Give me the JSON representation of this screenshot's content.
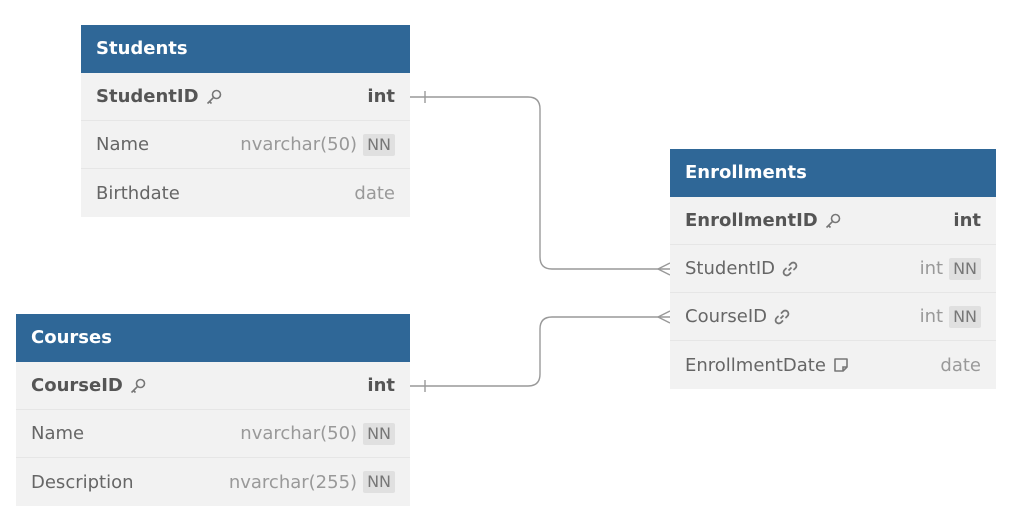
{
  "colors": {
    "header_bg": "#2f6797",
    "header_text": "#ffffff",
    "table_bg": "#f2f2f2",
    "connector": "#999999"
  },
  "icons": {
    "key": "key-icon",
    "link": "link-icon",
    "note": "note-icon"
  },
  "tables": [
    {
      "id": "students",
      "title": "Students",
      "columns": [
        {
          "name": "StudentID",
          "type": "int",
          "pk": true,
          "icon": "key"
        },
        {
          "name": "Name",
          "type": "nvarchar(50)",
          "badge": "NN"
        },
        {
          "name": "Birthdate",
          "type": "date"
        }
      ]
    },
    {
      "id": "courses",
      "title": "Courses",
      "columns": [
        {
          "name": "CourseID",
          "type": "int",
          "pk": true,
          "icon": "key"
        },
        {
          "name": "Name",
          "type": "nvarchar(50)",
          "badge": "NN"
        },
        {
          "name": "Description",
          "type": "nvarchar(255)",
          "badge": "NN"
        }
      ]
    },
    {
      "id": "enrollments",
      "title": "Enrollments",
      "columns": [
        {
          "name": "EnrollmentID",
          "type": "int",
          "pk": true,
          "icon": "key"
        },
        {
          "name": "StudentID",
          "type": "int",
          "icon": "link",
          "badge": "NN"
        },
        {
          "name": "CourseID",
          "type": "int",
          "icon": "link",
          "badge": "NN"
        },
        {
          "name": "EnrollmentDate",
          "type": "date",
          "icon": "note"
        }
      ]
    }
  ],
  "relationships": [
    {
      "from_table": "students",
      "from_column": 0,
      "to_table": "enrollments",
      "to_column": 1,
      "from_end": "one",
      "to_end": "many"
    },
    {
      "from_table": "courses",
      "from_column": 0,
      "to_table": "enrollments",
      "to_column": 2,
      "from_end": "one",
      "to_end": "many"
    }
  ]
}
